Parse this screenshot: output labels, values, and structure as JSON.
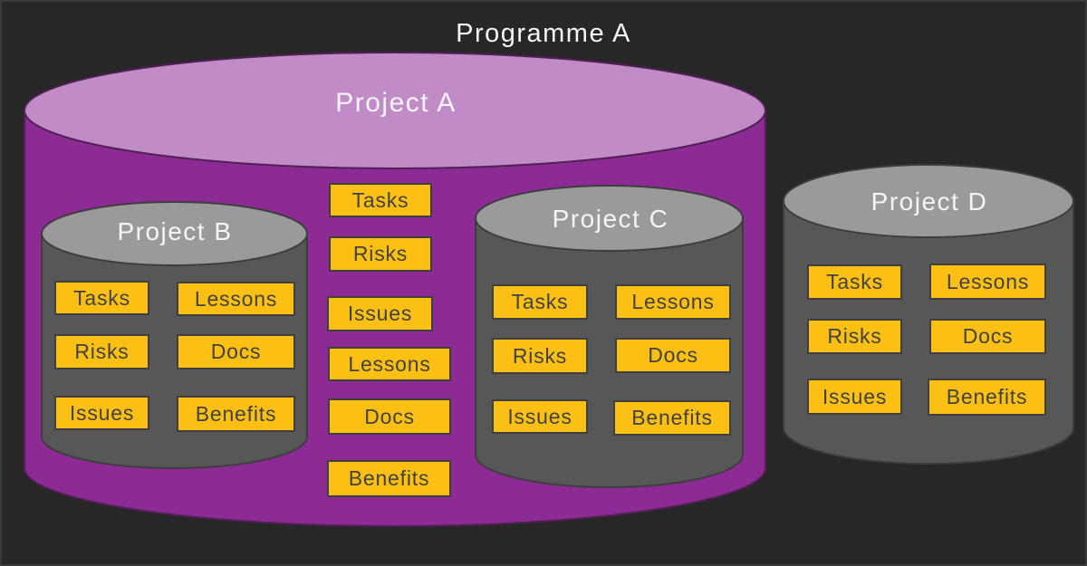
{
  "title": "Programme A",
  "colors": {
    "background": "#272727",
    "programme_text": "#F5F4F6",
    "project_a_body": "#8C2B93",
    "project_a_top": "#C08BC6",
    "project_a_stroke": "#512055",
    "project_gray_body": "#575757",
    "project_gray_top": "#9A9A9A",
    "project_gray_stroke": "#3E3E3E",
    "chip_fill": "#FCBF13",
    "chip_border": "#3F3F3F",
    "chip_text": "#424242"
  },
  "projects": [
    {
      "label": "Project A",
      "items": [
        "Tasks",
        "Risks",
        "Issues",
        "Lessons",
        "Docs",
        "Benefits"
      ]
    },
    {
      "label": "Project B",
      "columns": [
        [
          "Tasks",
          "Risks",
          "Issues"
        ],
        [
          "Lessons",
          "Docs",
          "Benefits"
        ]
      ]
    },
    {
      "label": "Project C",
      "columns": [
        [
          "Tasks",
          "Risks",
          "Issues"
        ],
        [
          "Lessons",
          "Docs",
          "Benefits"
        ]
      ]
    },
    {
      "label": "Project D",
      "columns": [
        [
          "Tasks",
          "Risks",
          "Issues"
        ],
        [
          "Lessons",
          "Docs",
          "Benefits"
        ]
      ]
    }
  ]
}
